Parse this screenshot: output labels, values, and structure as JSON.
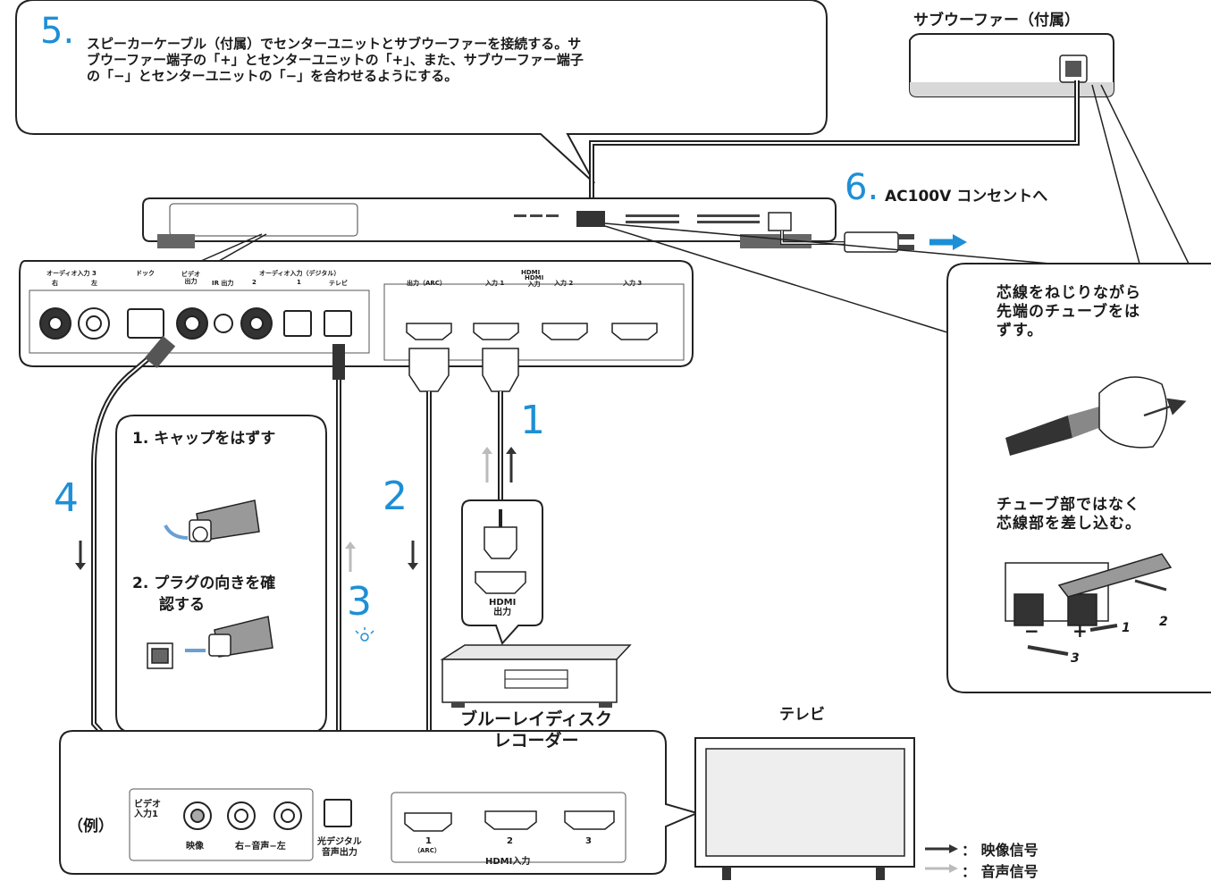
{
  "step5": {
    "number": "5.",
    "text_line1": "スピーカーケーブル（付属）でセンターユニットとサブウーファーを接続する。サ",
    "text_line2": "ブウーファー端子の「+」とセンターユニットの「+」、また、サブウーファー端子",
    "text_line3": "の「−」とセンターユニットの「−」を合わせるようにする。"
  },
  "subwoofer_label": "サブウーファー（付属）",
  "step6": {
    "number": "6.",
    "text": "AC100V コンセントへ"
  },
  "panel": {
    "audio_in3": "オーディオ入力 3",
    "right": "右",
    "left": "左",
    "dock": "ドック",
    "video_out": "ビデオ\n出力",
    "ir_out": "IR 出力",
    "audio_in_digital": "オーディオ入力（デジタル）",
    "digital_2": "2",
    "digital_1": "1",
    "digital_tv": "テレビ",
    "hdmi_header": "HDMI",
    "hdmi_out_arc": "出力（ARC）",
    "hdmi_in1": "入力 1",
    "hdmi_in_label": "HDMI\n入力",
    "hdmi_in2": "入力 2",
    "hdmi_in3": "入力 3"
  },
  "side_callout": {
    "text1_line1": "芯線をねじりながら",
    "text1_line2": "先端のチューブをは",
    "text1_line3": "ずす。",
    "text2_line1": "チューブ部ではなく",
    "text2_line2": "芯線部を差し込む。",
    "minus": "−",
    "plus": "+",
    "arrow1": "1",
    "arrow2": "2",
    "arrow3": "3"
  },
  "optical_callout": {
    "step1": "1.  キャップをはずす",
    "step2_line1": "2.  プラグの向きを確",
    "step2_line2": "認する"
  },
  "step_numbers": {
    "s1": "1",
    "s2": "2",
    "s3": "3",
    "s4": "4"
  },
  "bd_recorder": {
    "hdmi_out_line1": "HDMI",
    "hdmi_out_line2": "出力",
    "name_line1": "ブルーレイディスク",
    "name_line2": "レコーダー"
  },
  "tv": {
    "label": "テレビ",
    "example": "（例）",
    "video_in1": "ビデオ\n入力1",
    "video": "映像",
    "audio_rl": "右−音声−左",
    "optical_out_line1": "光デジタル",
    "optical_out_line2": "音声出力",
    "hdmi1": "1",
    "hdmi1_arc": "（ARC）",
    "hdmi2": "2",
    "hdmi3": "3",
    "hdmi_in": "HDMI入力"
  },
  "legend": {
    "video_signal": "： 映像信号",
    "audio_signal": "： 音声信号"
  },
  "colors": {
    "accent_blue": "#1d8fd6",
    "light_blue": "#8ab4dc",
    "outline": "#222222",
    "gray": "#cfcfcf"
  }
}
